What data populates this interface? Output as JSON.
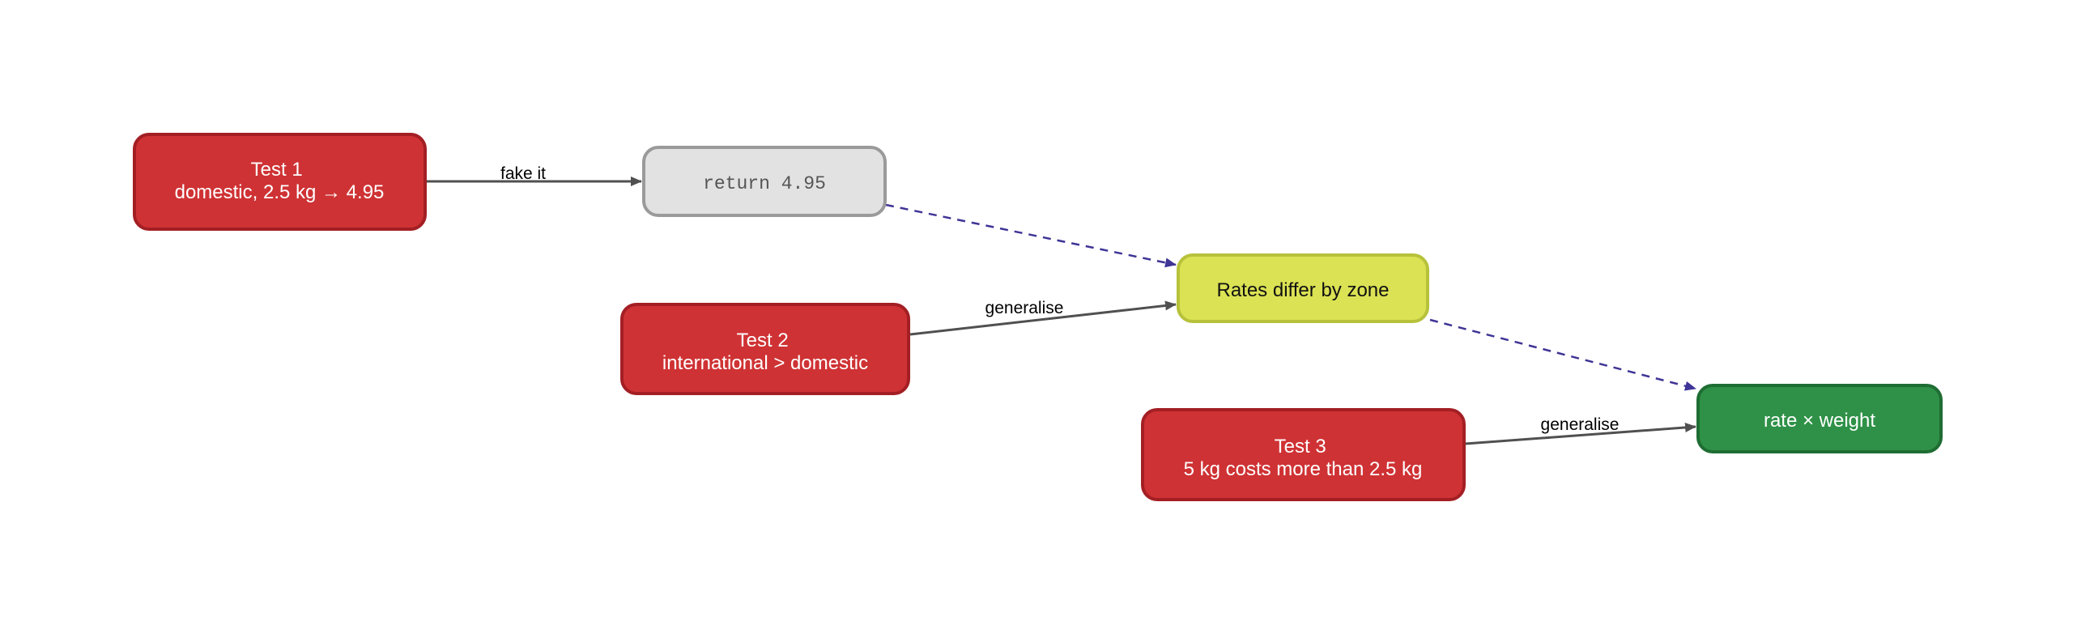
{
  "diagram": {
    "nodes": {
      "test1": {
        "lines": [
          "Test 1",
          "domestic, 2.5 kg → 4.95"
        ]
      },
      "fake": {
        "lines": [
          "return 4.95"
        ]
      },
      "test2": {
        "lines": [
          "Test 2",
          "international > domestic"
        ]
      },
      "zones": {
        "lines": [
          "Rates differ by zone"
        ]
      },
      "test3": {
        "lines": [
          "Test 3",
          "5 kg costs more than 2.5 kg"
        ]
      },
      "general": {
        "lines": [
          "rate × weight"
        ]
      }
    },
    "edges": {
      "test1_fake": {
        "label": "fake it"
      },
      "test2_zones": {
        "label": "generalise"
      },
      "test3_general": {
        "label": "generalise"
      }
    }
  },
  "colors": {
    "test_fill": "#cf3234",
    "test_stroke": "#a31f24",
    "fake_fill": "#e2e2e2",
    "fake_stroke": "#9a9a9a",
    "zone_fill": "#dbe254",
    "zone_stroke": "#b7c23b",
    "general_fill": "#2e9147",
    "general_stroke": "#1f6d33",
    "solid_edge": "#505050",
    "dashed_edge": "#3f3596"
  }
}
